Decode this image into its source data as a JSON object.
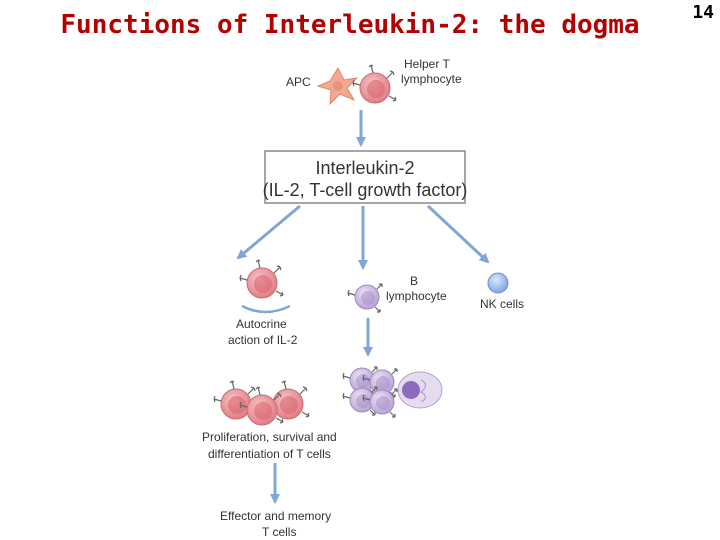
{
  "slide": {
    "title": "Functions of Interleukin-2: the dogma",
    "page_number": "14"
  },
  "diagram": {
    "apc_label": "APC",
    "helper_t_label": [
      "Helper T",
      "lymphocyte"
    ],
    "box_lines": [
      "Interleukin-2",
      "(IL-2, T-cell growth factor)"
    ],
    "b_cell_label": [
      "B",
      "lymphocyte"
    ],
    "nk_label": "NK cells",
    "autocrine_label": [
      "Autocrine",
      "action of IL-2"
    ],
    "proliferation_label": [
      "Proliferation, survival and",
      "differentiation of T cells"
    ],
    "effector_label": [
      "Effector and memory",
      "T cells"
    ]
  },
  "colors": {
    "title": "#b30000",
    "t_cell": "#e8898f",
    "t_cell_nucleus": "#d95f69",
    "b_cell": "#c8b6dc",
    "b_cell_nucleus": "#a98cc8",
    "nk_cell": "#8fb4e8",
    "arrow": "#7fa7d6",
    "box_border": "#888888"
  }
}
